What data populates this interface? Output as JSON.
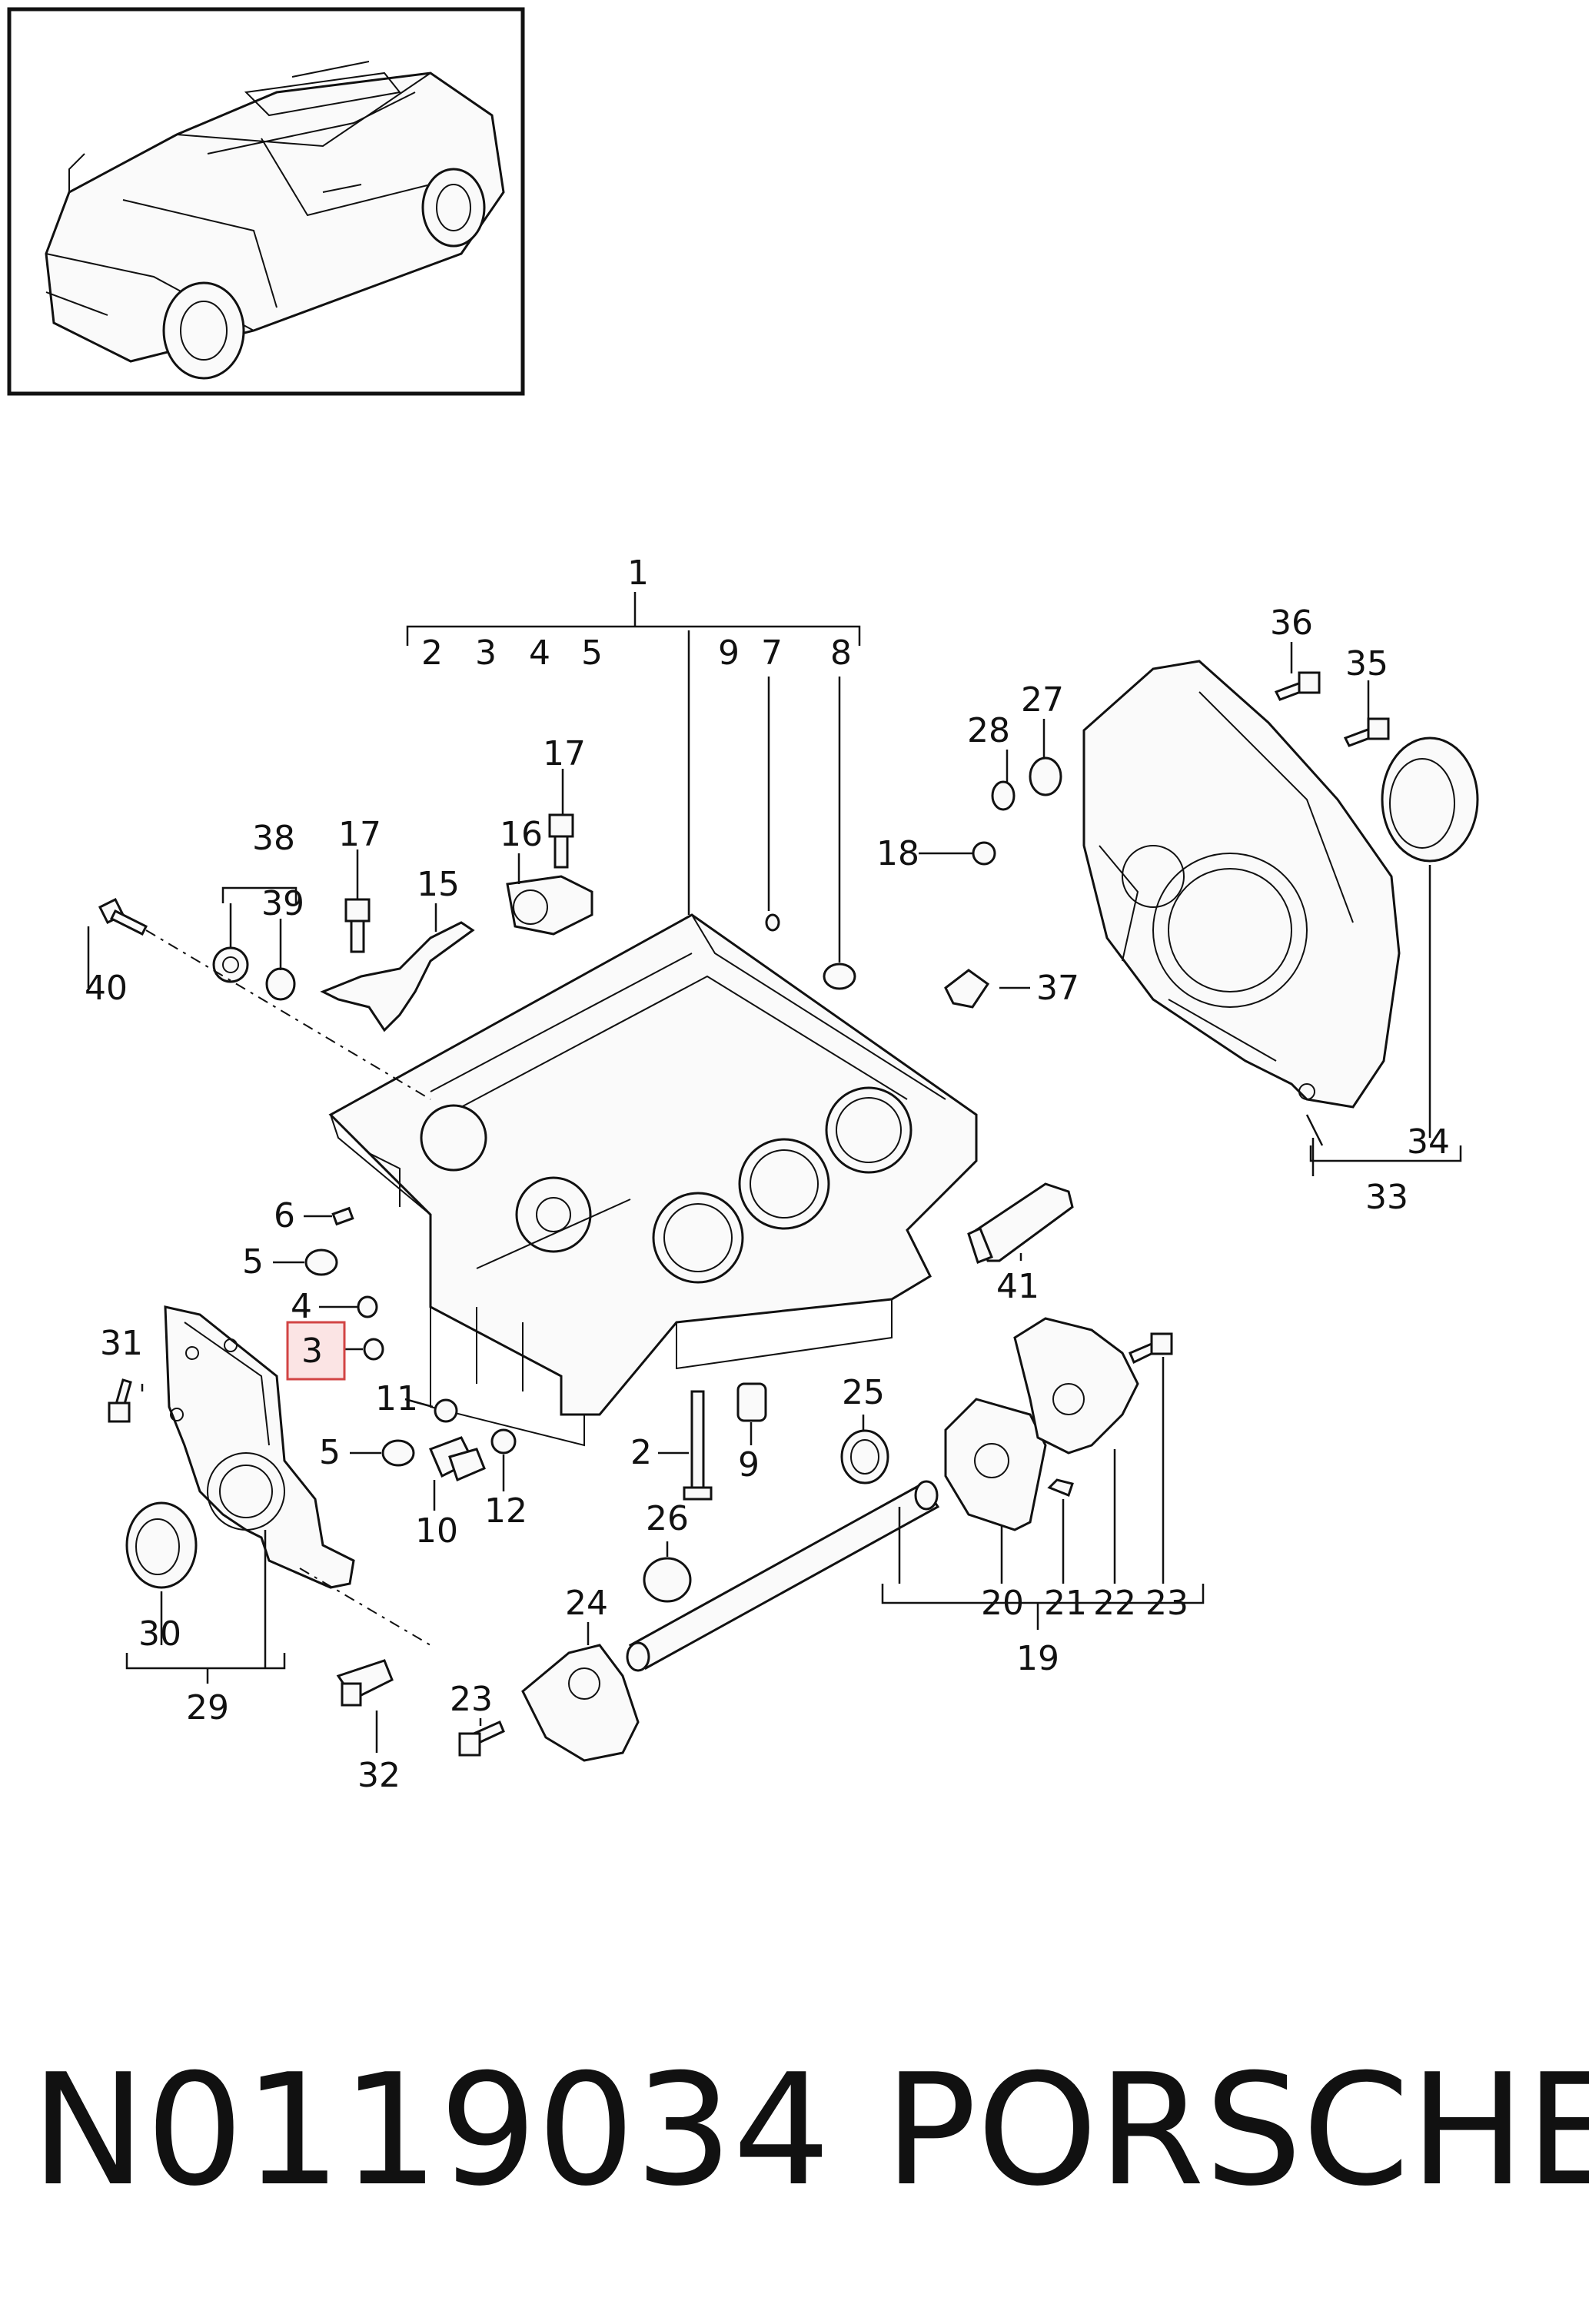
{
  "diagram": {
    "part_number": "N0119034",
    "brand": "PORSCHE",
    "highlighted_callout": "3",
    "callouts": {
      "c1": "1",
      "c2a": "2",
      "c3a": "3",
      "c4a": "4",
      "c5a": "5",
      "c9a": "9",
      "c7": "7",
      "c8": "8",
      "c17a": "17",
      "c17b": "17",
      "c16": "16",
      "c38": "38",
      "c39": "39",
      "c15": "15",
      "c40": "40",
      "c18": "18",
      "c28": "28",
      "c27": "27",
      "c36": "36",
      "c35": "35",
      "c37": "37",
      "c34": "34",
      "c33": "33",
      "c41": "41",
      "c6": "6",
      "c5b": "5",
      "c4b": "4",
      "c3b": "3",
      "c31": "31",
      "c11": "11",
      "c5c": "5",
      "c10": "10",
      "c12": "12",
      "c2b": "2",
      "c9b": "9",
      "c25": "25",
      "c26": "26",
      "c20": "20",
      "c21": "21",
      "c22": "22",
      "c23a": "23",
      "c19": "19",
      "c24": "24",
      "c30": "30",
      "c29": "29",
      "c23b": "23",
      "c32": "32"
    }
  }
}
